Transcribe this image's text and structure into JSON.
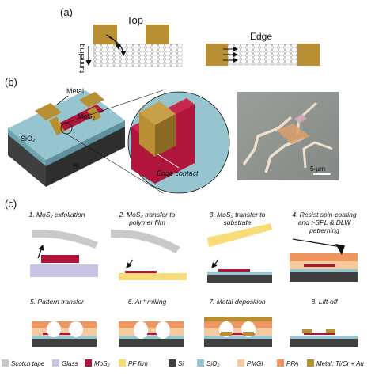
{
  "panel_a": {
    "label": "(a)",
    "top_title": "Top",
    "tunneling_label": "tunneling",
    "edge_title": "Edge"
  },
  "panel_b": {
    "label": "(b)",
    "metal_label": "Metal",
    "mos2_label": "MoS₂",
    "sio2_label": "SiO₂",
    "si_label": "Si",
    "edge_contact_label": "Edge contact",
    "scale_bar_label": "5 µm"
  },
  "panel_c": {
    "label": "(c)",
    "steps": [
      {
        "n": "1.",
        "lines": [
          "MoS₂ exfoliation"
        ]
      },
      {
        "n": "2.",
        "lines": [
          "MoS₂ transfer to",
          "polymer film"
        ]
      },
      {
        "n": "3.",
        "lines": [
          "MoS₂ transfer to",
          "substrate"
        ]
      },
      {
        "n": "4.",
        "lines": [
          "Resist spin-coating",
          "and t-SPL & DLW",
          "patterning"
        ]
      },
      {
        "n": "5.",
        "lines": [
          "Pattern transfer"
        ]
      },
      {
        "n": "6.",
        "lines": [
          "Ar⁺ milling"
        ]
      },
      {
        "n": "7.",
        "lines": [
          "Metal deposition"
        ]
      },
      {
        "n": "8.",
        "lines": [
          "Lift-off"
        ]
      }
    ]
  },
  "legend": [
    {
      "label": "Scotch tape",
      "color": "#c9c9c9"
    },
    {
      "label": "Glass",
      "color": "#cbc3e3"
    },
    {
      "label": "MoS₂",
      "color": "#b0163c"
    },
    {
      "label": "PF film",
      "color": "#f7dc78"
    },
    {
      "label": "Si",
      "color": "#3f3f3f"
    },
    {
      "label": "SiO₂",
      "color": "#97c5cf"
    },
    {
      "label": "PMGI",
      "color": "#f8caa0"
    },
    {
      "label": "PPA",
      "color": "#ee9560"
    },
    {
      "label": "Metal: Ti/Cr + Au",
      "color": "#b98f34"
    }
  ],
  "colors": {
    "metal": "#b98f34",
    "mos2": "#b0163c",
    "sio2": "#97c5cf",
    "si": "#3f3f3f",
    "tape": "#c9c9c9",
    "glass": "#cbc3e3",
    "pf": "#f7dc78",
    "pmgi": "#f8caa0",
    "ppa": "#ee9560",
    "micro_bg": "#8f938f"
  }
}
